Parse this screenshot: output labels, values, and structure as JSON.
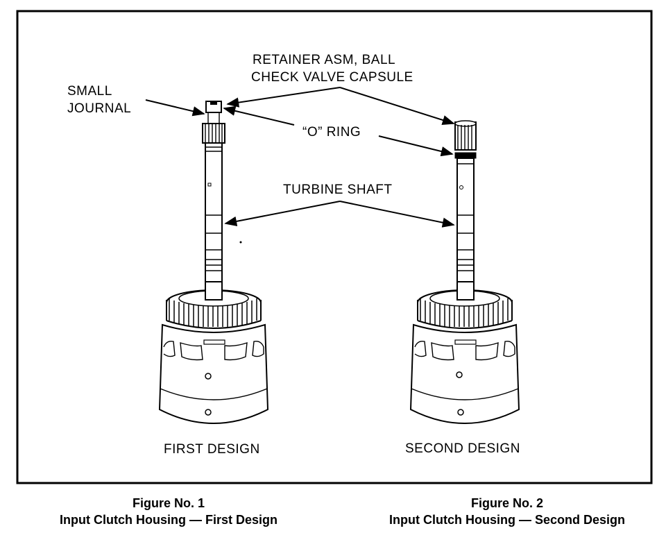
{
  "labels": {
    "retainer_line1": "RETAINER ASM, BALL",
    "retainer_line2": "CHECK VALVE CAPSULE",
    "small_journal_line1": "SMALL",
    "small_journal_line2": "JOURNAL",
    "o_ring": "“O” RING",
    "turbine_shaft": "TURBINE SHAFT",
    "first_design": "FIRST DESIGN",
    "second_design": "SECOND DESIGN"
  },
  "captions": {
    "figure1_number": "Figure No. 1",
    "figure1_title": "Input Clutch Housing — First Design",
    "figure2_number": "Figure No. 2",
    "figure2_title": "Input Clutch Housing — Second Design"
  }
}
